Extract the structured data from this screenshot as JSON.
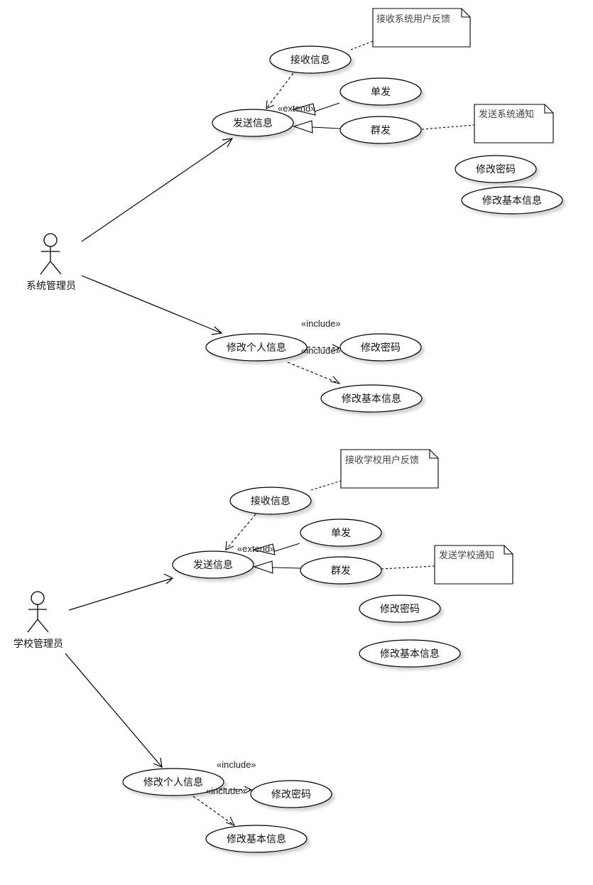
{
  "diagram": {
    "type": "uml-use-case",
    "top": {
      "actor": "系统管理员",
      "send_info": "发送信息",
      "receive_info": "接收信息",
      "single_send": "单发",
      "group_send": "群发",
      "note_receive": "接收系统用户反馈",
      "note_group": "发送系统通知",
      "extend": "«extend»",
      "loose_change_password": "修改密码",
      "loose_change_basic": "修改基本信息",
      "modify_personal": "修改个人信息",
      "include_1": "«include»",
      "include_2": "«include»",
      "change_password": "修改密码",
      "change_basic": "修改基本信息"
    },
    "bottom": {
      "actor": "学校管理员",
      "send_info": "发送信息",
      "receive_info": "接收信息",
      "single_send": "单发",
      "group_send": "群发",
      "note_receive": "接收学校用户反馈",
      "note_group": "发送学校通知",
      "extend": "«extend»",
      "loose_change_password": "修改密码",
      "loose_change_basic": "修改基本信息",
      "modify_personal": "修改个人信息",
      "include_1": "«include»",
      "include_2": "«include»",
      "change_password": "修改密码",
      "change_basic": "修改基本信息"
    }
  }
}
